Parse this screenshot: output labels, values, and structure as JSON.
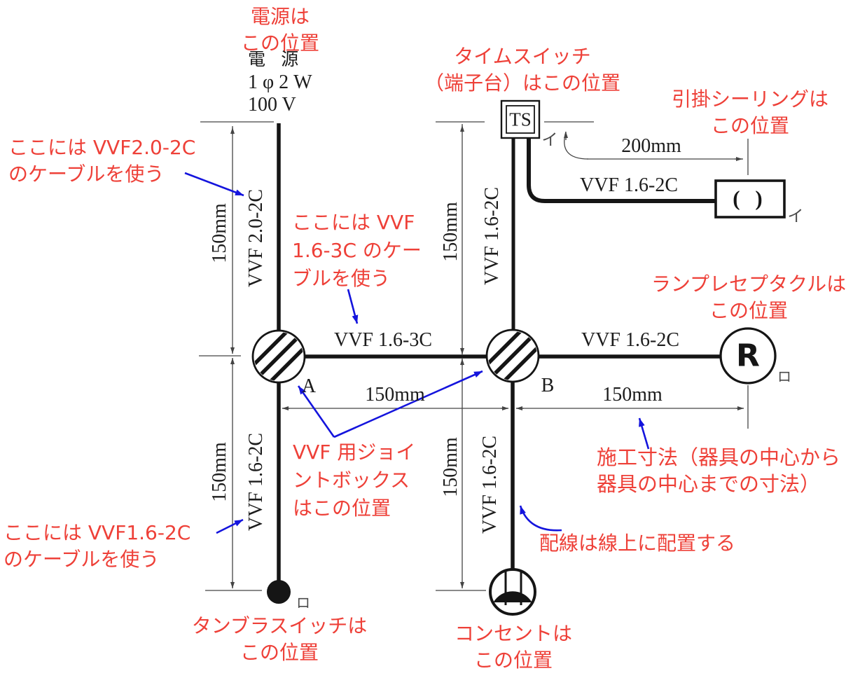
{
  "colors": {
    "annotation_red": "#ee4038",
    "arrow_blue": "#1414dd",
    "diagram_black": "#151515",
    "dimension_gray": "#444444"
  },
  "power": [
    "電 源",
    "1 φ 2 W",
    "100 V"
  ],
  "notes": {
    "power": [
      "電源は",
      "この位置"
    ],
    "timeswitch": [
      "タイムスイッチ",
      "（端子台）はこの位置"
    ],
    "ceiling": [
      "引掛シーリングは",
      "この位置"
    ],
    "cable_vvf20": [
      "ここには VVF2.0-2C",
      "のケーブルを使う"
    ],
    "cable_vvf163": [
      "ここには VVF",
      "1.6-3C のケー",
      "ブルを使う"
    ],
    "lamp": [
      "ランプレセプタクルは",
      "この位置"
    ],
    "jointbox": [
      "VVF 用ジョイ",
      "ントボックス",
      "はこの位置"
    ],
    "dimension": [
      "施工寸法（器具の中心から",
      "器具の中心までの寸法）"
    ],
    "wiring": [
      "配線は線上に配置する"
    ],
    "cable_vvf162": [
      "ここには VVF1.6-2C",
      "のケーブルを使う"
    ],
    "tumbler": [
      "タンブラスイッチは",
      "この位置"
    ],
    "outlet": [
      "コンセントは",
      "この位置"
    ]
  },
  "cable_labels": {
    "vvf20_left": "VVF 2.0-2C",
    "vvf162_left": "VVF 1.6-2C",
    "vvf162_mid_top": "VVF 1.6-2C",
    "vvf162_mid_bottom": "VVF 1.6-2C",
    "vvf163_ab": "VVF 1.6-3C",
    "vvf162_br": "VVF 1.6-2C",
    "vvf162_ts_ceiling": "VVF 1.6-2C"
  },
  "dims": {
    "left_top": "150mm",
    "left_bottom": "150mm",
    "mid_top": "150mm",
    "mid_bottom": "150mm",
    "ab": "150mm",
    "br": "150mm",
    "ts_ceiling": "200mm"
  },
  "devices": {
    "timeswitch": "TS",
    "lamp_receptacle": "R",
    "ceiling_rose": "( )",
    "jointbox_a": "A",
    "jointbox_b": "B"
  },
  "circuit_marks": {
    "ts_i": "イ",
    "ceiling_i": "イ",
    "switch_ro": "ロ",
    "lamp_ro": "ロ"
  }
}
